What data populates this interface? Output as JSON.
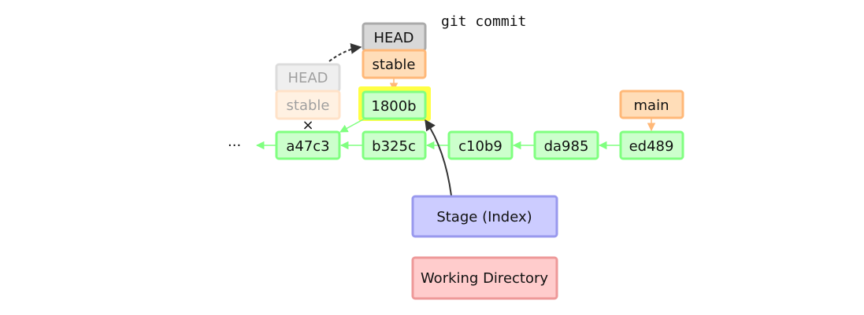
{
  "command": "git commit",
  "ellipsis": "···",
  "commits": [
    {
      "id": "ed489"
    },
    {
      "id": "da985"
    },
    {
      "id": "c10b9"
    },
    {
      "id": "b325c"
    },
    {
      "id": "a47c3"
    },
    {
      "id": "1800b"
    }
  ],
  "labels": {
    "head_new": "HEAD",
    "stable_new": "stable",
    "head_old": "HEAD",
    "stable_old": "stable",
    "main": "main"
  },
  "areas": {
    "stage": "Stage (Index)",
    "working": "Working Directory"
  },
  "removed_marker": "×",
  "colors": {
    "commit_fill": "#ccffcc",
    "commit_stroke": "#80ff80",
    "branch_fill": "#ffddb8",
    "branch_stroke": "#ffb878",
    "head_fill": "#d8d8d8",
    "head_stroke": "#aaaaaa",
    "stage_fill": "#ccccff",
    "stage_stroke": "#9999ee",
    "working_fill": "#ffcccc",
    "working_stroke": "#ee9999",
    "highlight": "#ffff44"
  }
}
